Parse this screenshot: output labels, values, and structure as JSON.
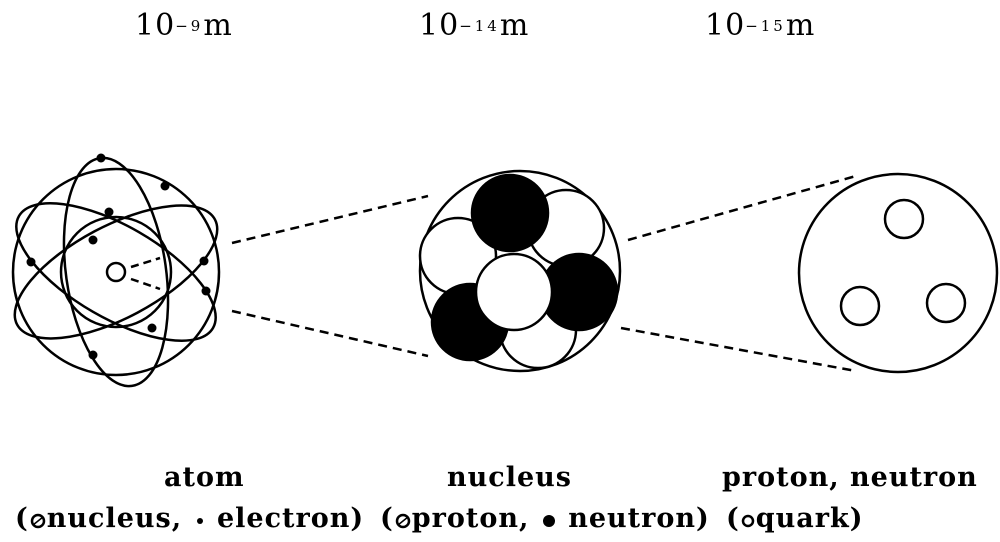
{
  "scales": {
    "atom": {
      "base": "10",
      "exp": "−9",
      "unit": "m"
    },
    "nucleus": {
      "base": "10",
      "exp": "−14",
      "unit": "m"
    },
    "proton": {
      "base": "10",
      "exp": "−15",
      "unit": "m"
    }
  },
  "captions": {
    "atom": "atom",
    "nucleus": "nucleus",
    "proton": "proton, neutron"
  },
  "legend": {
    "atom_open": "(",
    "atom_nucleus": "nucleus,",
    "atom_electron": "electron)",
    "nucleus_open": "(",
    "nucleus_proton": "proton,",
    "nucleus_neutron": "neutron)",
    "quark_open": "(",
    "quark": "quark)"
  },
  "icons": {
    "nucleus": "small-open-circle-icon",
    "electron": "small-dot-icon",
    "proton": "open-circle-icon",
    "neutron": "filled-circle-icon",
    "quark": "small-open-circle-icon"
  },
  "colors": {
    "ink": "#000000",
    "paper": "#ffffff"
  }
}
